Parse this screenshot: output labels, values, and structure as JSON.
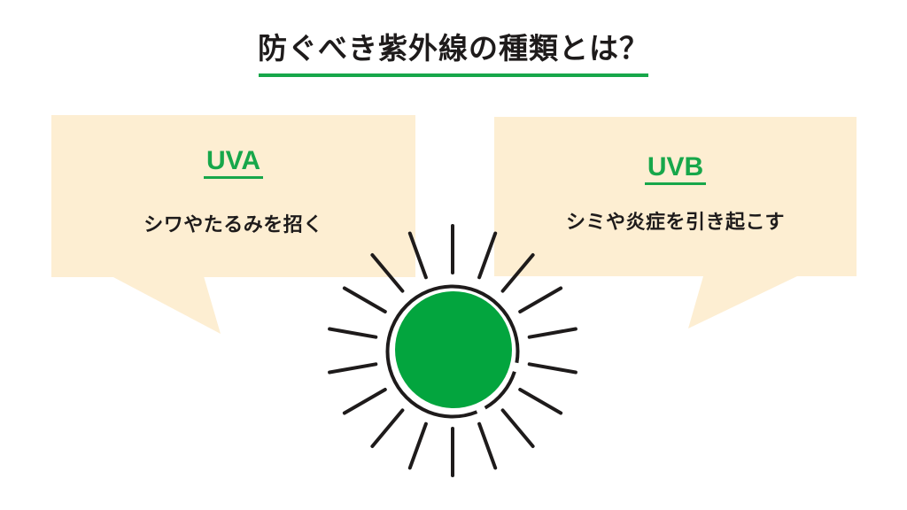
{
  "title": {
    "text": "防ぐべき紫外線の種類とは？"
  },
  "bubbles": {
    "uva": {
      "heading": "UVA",
      "description": "シワやたるみを招く"
    },
    "uvb": {
      "heading": "UVB",
      "description": "シミや炎症を引き起こす"
    }
  },
  "icons": {
    "sun": "sun-icon"
  },
  "colors": {
    "accent_green": "#17a74a",
    "sun_green": "#03a53e",
    "bubble_beige": "#fdeed2",
    "ink": "#1e1b1b",
    "background": "#ffffff"
  },
  "sun_rays": {
    "count": 18,
    "angle_step_deg": 20,
    "angle_offset_deg": 10,
    "inner_radius": 88,
    "outer_radius": 141
  }
}
